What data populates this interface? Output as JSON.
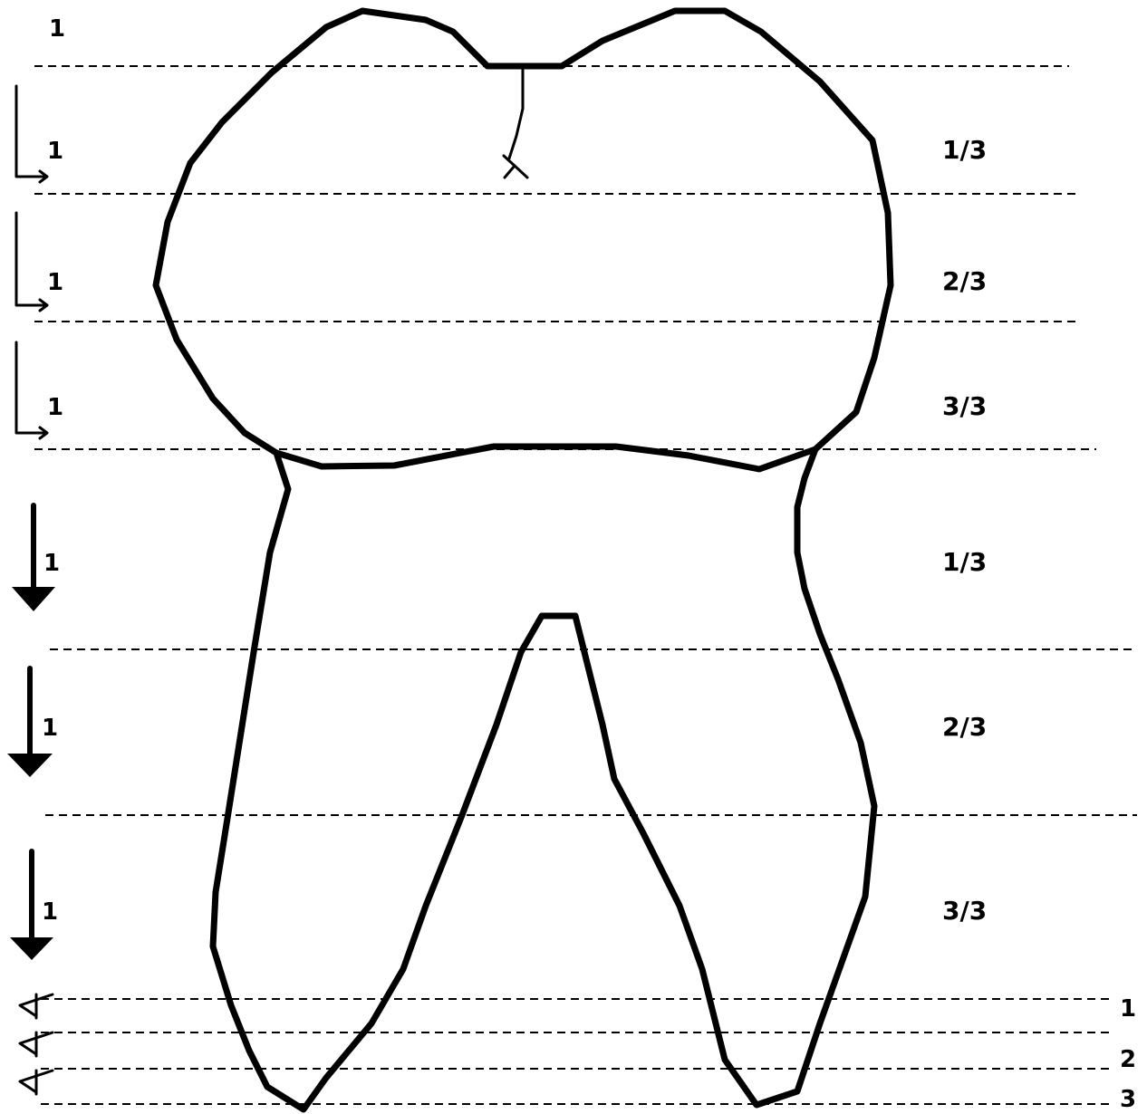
{
  "top_label": "1",
  "crown_step_labels": [
    "1",
    "1",
    "1"
  ],
  "crown_fractions": [
    "1/3",
    "2/3",
    "3/3"
  ],
  "root_step_labels": [
    "1",
    "1",
    "1"
  ],
  "root_fractions": [
    "1/3",
    "2/3",
    "3/3"
  ],
  "apex_labels": [
    "1",
    "2",
    "3"
  ]
}
